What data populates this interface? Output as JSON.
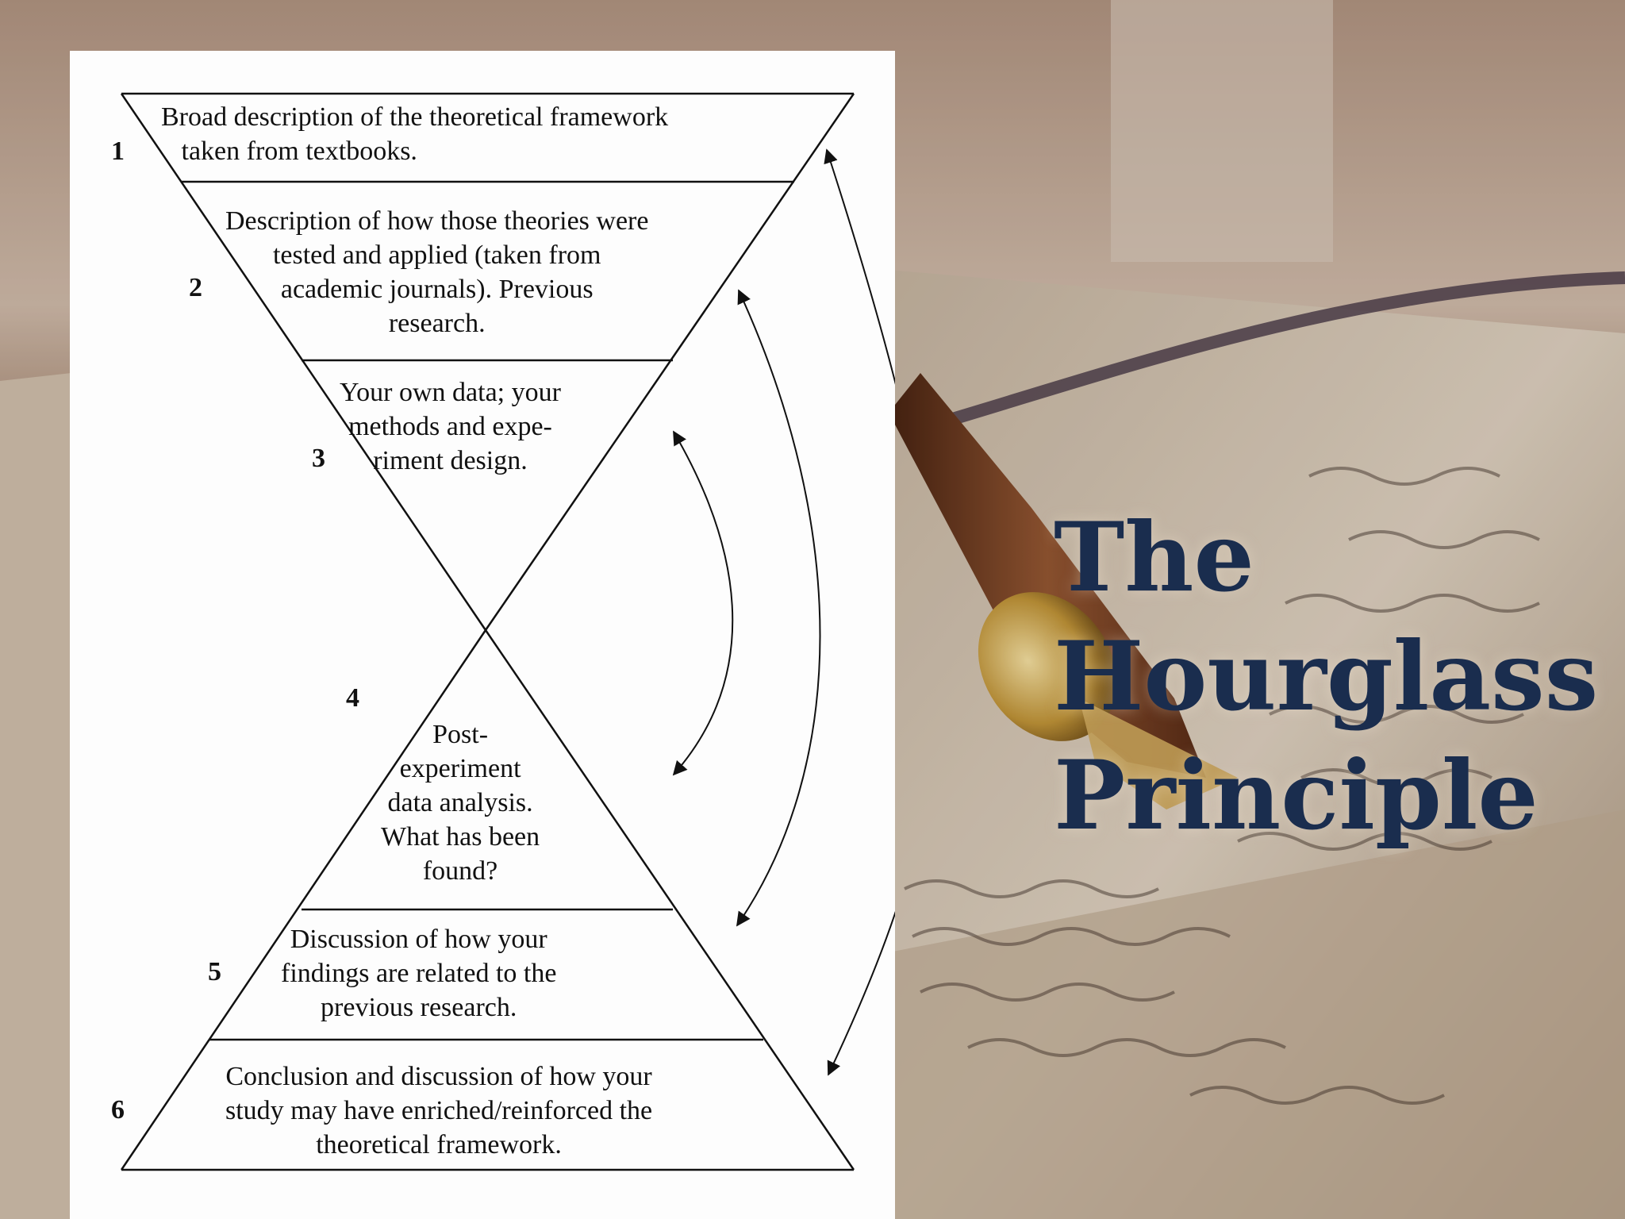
{
  "title": {
    "lines": [
      "The",
      "Hourglass",
      "Principle"
    ]
  },
  "diagram": {
    "sections": [
      {
        "number": "1",
        "text": "Broad description of the theoretical framework\n   taken from textbooks."
      },
      {
        "number": "2",
        "text": "Description of how those theories were\ntested and applied (taken from\nacademic journals). Previous\nresearch."
      },
      {
        "number": "3",
        "text": "Your own data; your\nmethods and expe-\nriment design."
      },
      {
        "number": "4",
        "text": "Post-\nexperiment\ndata analysis.\nWhat has been\nfound?"
      },
      {
        "number": "5",
        "text": "Discussion of how your\nfindings are related to the\nprevious research."
      },
      {
        "number": "6",
        "text": "Conclusion and discussion of how your\nstudy may have enriched/reinforced the\ntheoretical framework."
      }
    ],
    "connections": [
      {
        "from": "1",
        "to": "6"
      },
      {
        "from": "2",
        "to": "5"
      },
      {
        "from": "3",
        "to": "4"
      }
    ]
  },
  "colors": {
    "title": "#1a2d4e",
    "panel": "#fdfdfd",
    "lines": "#111111"
  },
  "background": {
    "description_icon": "pen-on-handwritten-notebook-photo"
  }
}
